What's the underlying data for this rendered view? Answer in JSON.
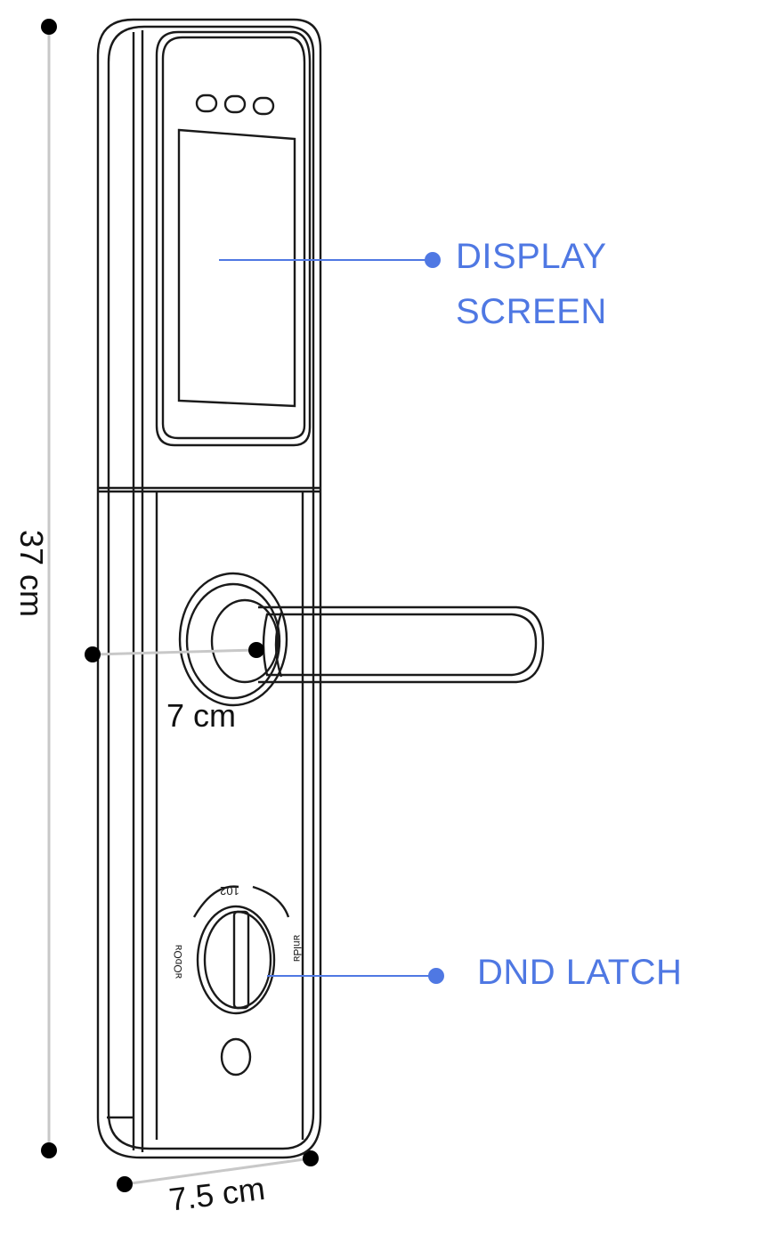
{
  "callouts": {
    "display_line1": "DISPLAY",
    "display_line2": "SCREEN",
    "dnd": "DND LATCH"
  },
  "dimensions": {
    "height": "37 cm",
    "handle_offset": "7 cm",
    "width": "7.5 cm"
  },
  "dial_text": {
    "top": "102",
    "left": "ᴚOᴅOᴚ",
    "right": "ᴚnlԀᴚ"
  },
  "colors": {
    "callout": "#4f78e3",
    "outline": "#1a1a1a",
    "dimension_line": "#c8c8c8"
  }
}
